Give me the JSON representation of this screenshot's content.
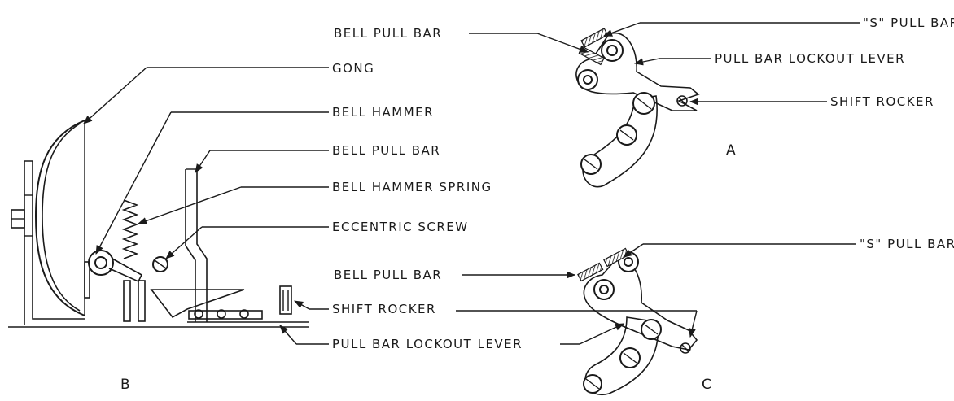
{
  "labels": {
    "gong": "GONG",
    "bell_hammer": "BELL HAMMER",
    "bell_pull_bar_b": "BELL PULL BAR",
    "bell_hammer_spring": "BELL HAMMER SPRING",
    "eccentric_screw": "ECCENTRIC SCREW",
    "shift_rocker_b": "SHIFT ROCKER",
    "pull_bar_lockout_lever_b": "PULL BAR LOCKOUT LEVER",
    "s_pull_bar_a": "\"S\" PULL BAR",
    "bell_pull_bar_a": "BELL PULL BAR",
    "pull_bar_lockout_lever_a": "PULL BAR LOCKOUT LEVER",
    "shift_rocker_a": "SHIFT ROCKER",
    "s_pull_bar_c": "\"S\" PULL BAR",
    "bell_pull_bar_c": "BELL PULL BAR"
  },
  "figures": {
    "a": "A",
    "b": "B",
    "c": "C"
  }
}
